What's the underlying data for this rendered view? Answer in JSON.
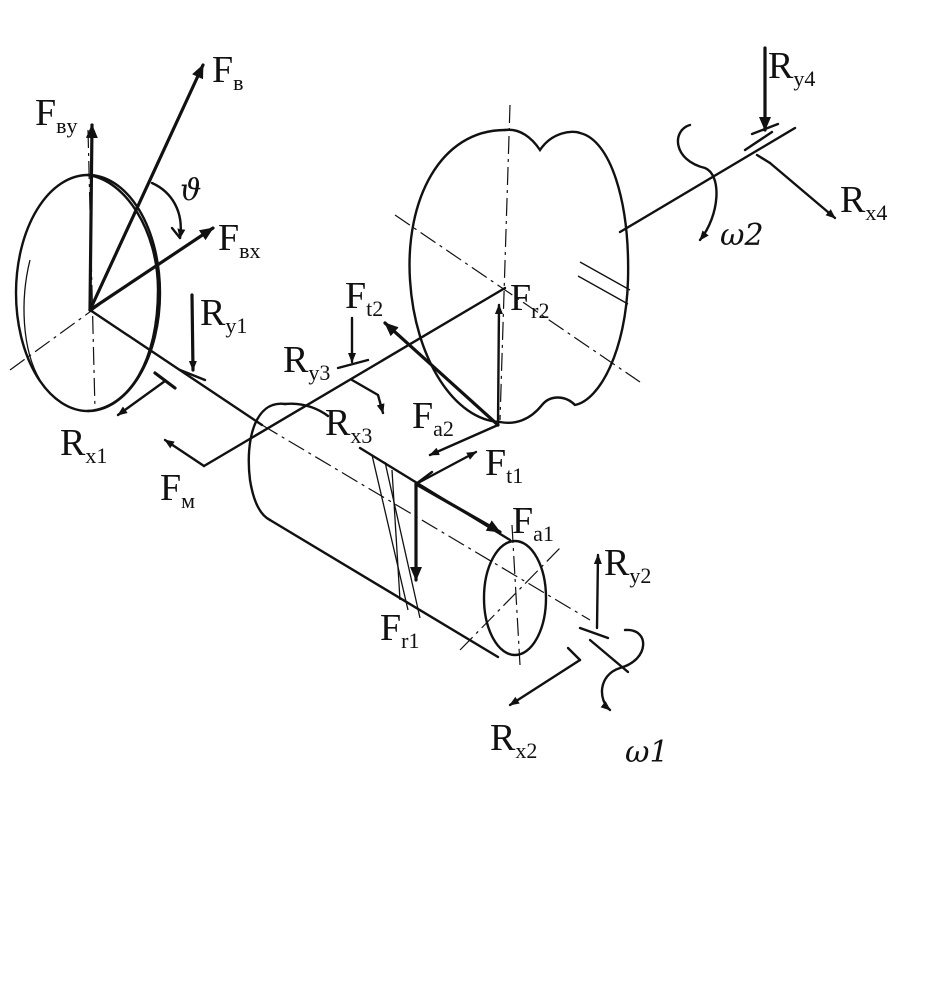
{
  "labels": {
    "Fb": {
      "main": "F",
      "sub": "в"
    },
    "Fby": {
      "main": "F",
      "sub": "вy"
    },
    "Fbx": {
      "main": "F",
      "sub": "вx"
    },
    "theta": "ϑ",
    "Ry1": {
      "main": "R",
      "sub": "y1"
    },
    "Rx1": {
      "main": "R",
      "sub": "x1"
    },
    "Fm": {
      "main": "F",
      "sub": "м"
    },
    "Ry3": {
      "main": "R",
      "sub": "y3"
    },
    "Rx3": {
      "main": "R",
      "sub": "x3"
    },
    "Ft2": {
      "main": "F",
      "sub": "t2"
    },
    "Fr2": {
      "main": "F",
      "sub": "r2"
    },
    "Fa2": {
      "main": "F",
      "sub": "a2"
    },
    "Ft1": {
      "main": "F",
      "sub": "t1"
    },
    "Fa1": {
      "main": "F",
      "sub": "a1"
    },
    "Fr1": {
      "main": "F",
      "sub": "r1"
    },
    "Ry2": {
      "main": "R",
      "sub": "y2"
    },
    "Rx2": {
      "main": "R",
      "sub": "x2"
    },
    "Ry4": {
      "main": "R",
      "sub": "y4"
    },
    "Rx4": {
      "main": "R",
      "sub": "x4"
    },
    "omega2": "ω2",
    "omega1": "ω1"
  }
}
